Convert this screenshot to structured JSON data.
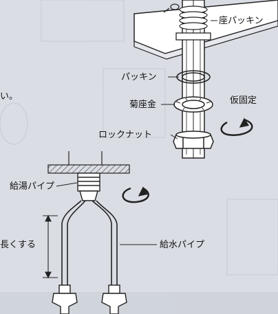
{
  "labels": {
    "seat_packing": "座パッキン",
    "packing": "パッキン",
    "chrysanthemum_washer": "菊座金",
    "temporary_fix": "仮固定",
    "lock_nut": "ロックナット",
    "hot_water_pipe": "給湯パイプ",
    "cold_water_pipe": "給水パイプ",
    "lengthen": "長くする",
    "fragment_left": "い。"
  },
  "colors": {
    "background": "#dadde4",
    "line": "#222222",
    "fill": "#ffffff",
    "hatch": "#333333"
  }
}
